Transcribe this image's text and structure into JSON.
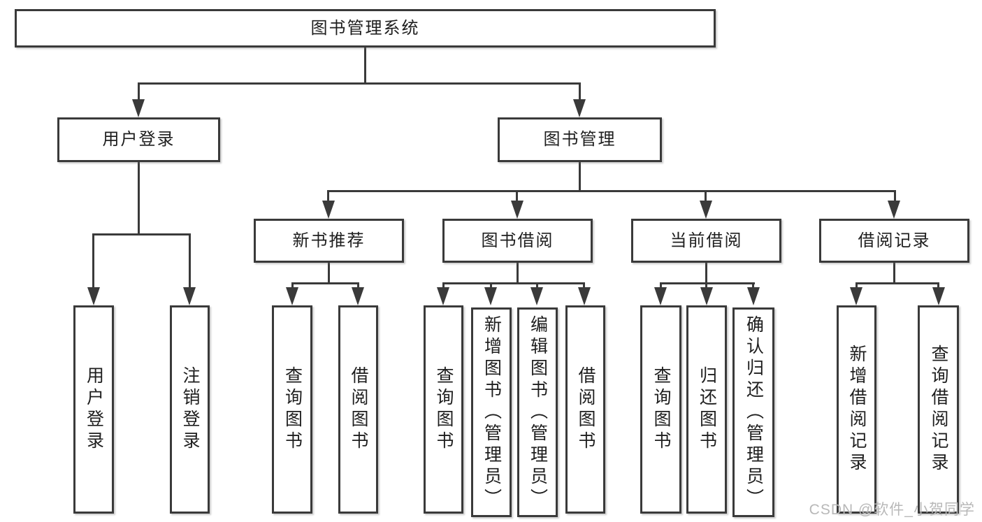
{
  "diagram": {
    "root": {
      "label": "图书管理系统"
    },
    "level2": {
      "user_login": {
        "label": "用户登录"
      },
      "book_management": {
        "label": "图书管理"
      }
    },
    "level3": {
      "new_book_recommend": {
        "label": "新书推荐"
      },
      "book_borrow": {
        "label": "图书借阅"
      },
      "current_borrow": {
        "label": "当前借阅"
      },
      "borrow_record": {
        "label": "借阅记录"
      }
    },
    "leaves": {
      "user_login": [
        "用户登录",
        "注销登录"
      ],
      "new_book_recommend": [
        "查询图书",
        "借阅图书"
      ],
      "book_borrow": [
        "查询图书",
        "新增图书（管理员）",
        "编辑图书（管理员）",
        "借阅图书"
      ],
      "current_borrow": [
        "查询图书",
        "归还图书",
        "确认归还（管理员）"
      ],
      "borrow_record": [
        "新增借阅记录",
        "查询借阅记录"
      ]
    }
  },
  "watermark": "CSDN @软件_小贺同学",
  "colors": {
    "line": "#3a3a3a",
    "text": "#1e1e1e",
    "watermark": "#b8b8b8",
    "background": "#ffffff"
  }
}
